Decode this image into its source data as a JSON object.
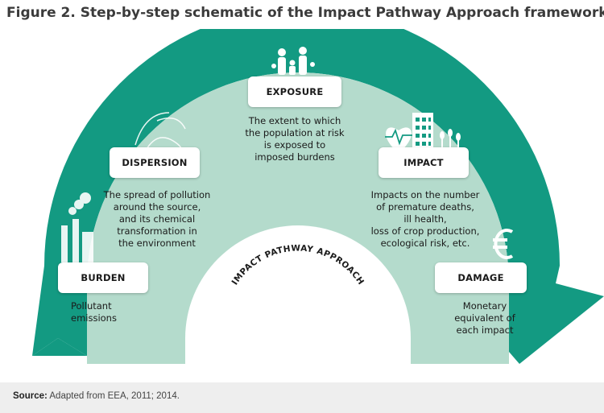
{
  "title": "Figure 2. Step-by-step schematic of the Impact Pathway Approach framework",
  "center_label": "IMPACT PATHWAY APPROACH",
  "steps": [
    {
      "name": "BURDEN",
      "description": [
        "Pollutant",
        "emissions"
      ]
    },
    {
      "name": "DISPERSION",
      "description": [
        "The spread of pollution",
        "around the source,",
        "and its chemical",
        "transformation in",
        "the environment"
      ]
    },
    {
      "name": "EXPOSURE",
      "description": [
        "The extent to which",
        "the population at risk",
        "is exposed to",
        "imposed burdens"
      ]
    },
    {
      "name": "IMPACT",
      "description": [
        "Impacts on  the number",
        "of premature deaths,",
        "ill health,",
        "loss of crop production,",
        "ecological risk, etc."
      ]
    },
    {
      "name": "DAMAGE",
      "description": [
        "Monetary",
        "equivalent of",
        "each impact"
      ]
    }
  ],
  "source": {
    "label": "Source:",
    "text": "Adapted from EEA, 2011; 2014."
  },
  "icons": [
    "factory-icon",
    "swirl-icon",
    "family-icon",
    "heart-pulse-icon",
    "hospital-icon",
    "crop-icon",
    "euro-icon"
  ],
  "colors": {
    "arrow": "#139a82",
    "inner": "#b4dbcc",
    "title": "#3b3b3b",
    "source_bg": "#eeeeee"
  }
}
